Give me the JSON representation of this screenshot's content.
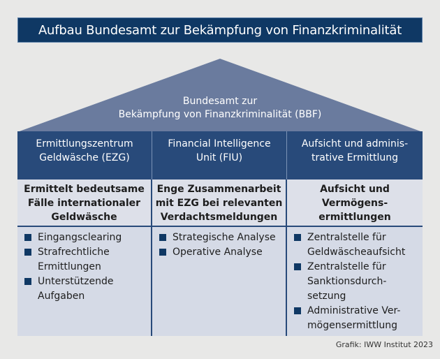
{
  "title": "Aufbau Bundesamt zur Bekämpfung von Finanzkriminalität",
  "roof": {
    "line1": "Bundesamt zur",
    "line2": "Bekämpfung von Finanzkriminalität (BBF)"
  },
  "columns": [
    {
      "header": [
        "Ermittlungszentrum",
        "Geldwäsche (EZG)"
      ],
      "description": [
        "Ermittelt bedeutsame",
        "Fälle internationaler",
        "Geldwäsche"
      ],
      "items": [
        [
          "Eingangsclearing"
        ],
        [
          "Strafrechtliche",
          "Ermittlungen"
        ],
        [
          "Unterstützende",
          "Aufgaben"
        ]
      ]
    },
    {
      "header": [
        "Financial Intelligence",
        "Unit (FIU)"
      ],
      "description": [
        "Enge Zusammenarbeit",
        "mit EZG bei relevanten",
        "Verdachtsmeldungen"
      ],
      "items": [
        [
          "Strategische Analyse"
        ],
        [
          "Operative Analyse"
        ]
      ]
    },
    {
      "header": [
        "Aufsicht und adminis-",
        "trative Ermittlung"
      ],
      "description": [
        "Aufsicht und",
        "Vermögens-",
        "ermittlungen"
      ],
      "items": [
        [
          "Zentralstelle für",
          "Geldwäscheaufsicht"
        ],
        [
          "Zentralstelle für",
          "Sanktionsdurch-",
          "setzung"
        ],
        [
          "Administrative Ver-",
          "mögensermittlung"
        ]
      ]
    }
  ],
  "credit": "Grafik: IWW Institut 2023",
  "colors": {
    "title_bg": "#0f3864",
    "roof": "#6a7b9e",
    "header_bg": "#284a7a",
    "desc_bg": "#dde0e9",
    "list_bg": "#d5dae6",
    "bullet": "#0f3864",
    "page_bg": "#e8e8e7"
  }
}
